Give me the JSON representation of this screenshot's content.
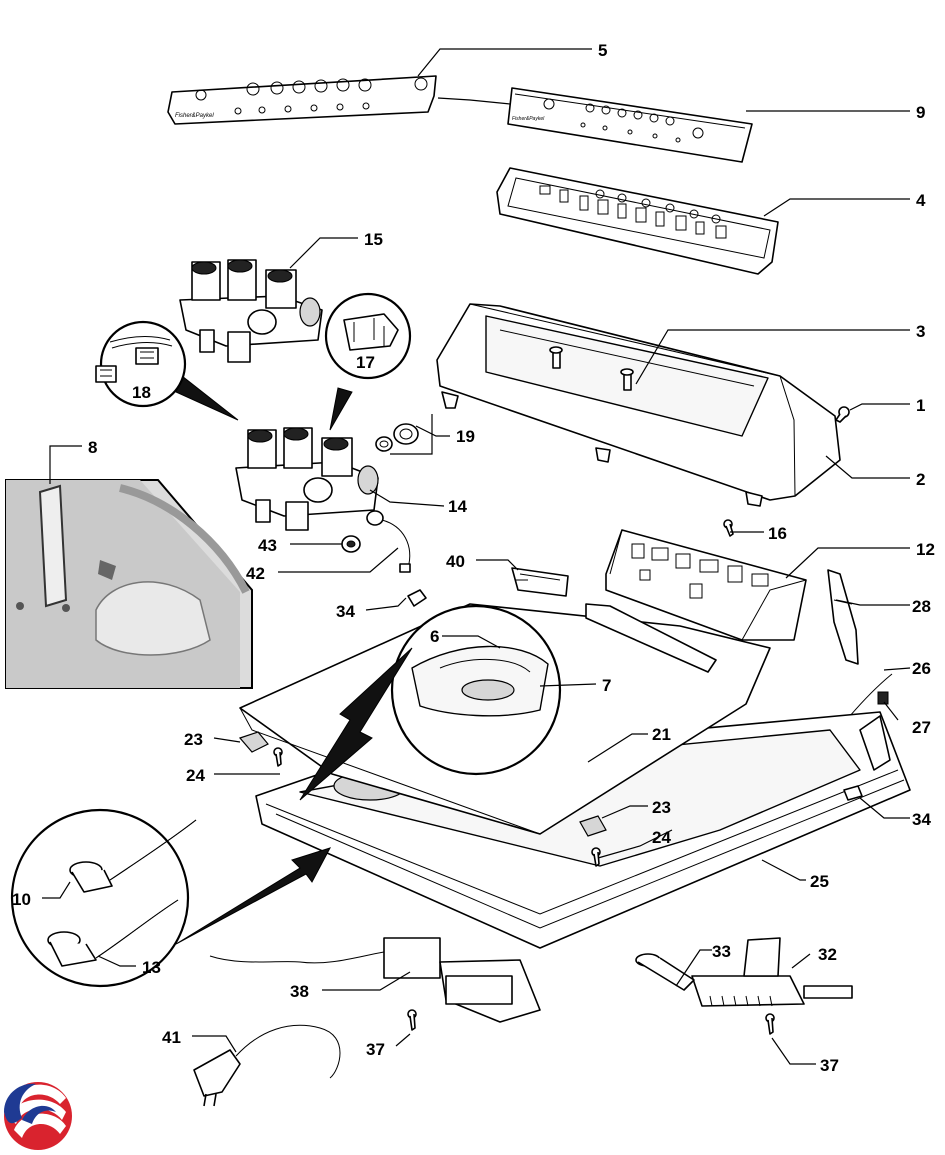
{
  "diagram": {
    "callouts": [
      {
        "id": "c5",
        "text": "5"
      },
      {
        "id": "c9",
        "text": "9"
      },
      {
        "id": "c4",
        "text": "4"
      },
      {
        "id": "c15",
        "text": "15"
      },
      {
        "id": "c3",
        "text": "3"
      },
      {
        "id": "c17",
        "text": "17"
      },
      {
        "id": "c18",
        "text": "18"
      },
      {
        "id": "c1",
        "text": "1"
      },
      {
        "id": "c19",
        "text": "19"
      },
      {
        "id": "c8",
        "text": "8"
      },
      {
        "id": "c2",
        "text": "2"
      },
      {
        "id": "c14",
        "text": "14"
      },
      {
        "id": "c16",
        "text": "16"
      },
      {
        "id": "c43",
        "text": "43"
      },
      {
        "id": "c12",
        "text": "12"
      },
      {
        "id": "c42",
        "text": "42"
      },
      {
        "id": "c40",
        "text": "40"
      },
      {
        "id": "c28",
        "text": "28"
      },
      {
        "id": "c34a",
        "text": "34"
      },
      {
        "id": "c6",
        "text": "6"
      },
      {
        "id": "c26",
        "text": "26"
      },
      {
        "id": "c7",
        "text": "7"
      },
      {
        "id": "c27",
        "text": "27"
      },
      {
        "id": "c23a",
        "text": "23"
      },
      {
        "id": "c21",
        "text": "21"
      },
      {
        "id": "c24a",
        "text": "24"
      },
      {
        "id": "c23b",
        "text": "23"
      },
      {
        "id": "c34b",
        "text": "34"
      },
      {
        "id": "c24b",
        "text": "24"
      },
      {
        "id": "c25",
        "text": "25"
      },
      {
        "id": "c10",
        "text": "10"
      },
      {
        "id": "c33",
        "text": "33"
      },
      {
        "id": "c32",
        "text": "32"
      },
      {
        "id": "c13",
        "text": "13"
      },
      {
        "id": "c38",
        "text": "38"
      },
      {
        "id": "c41",
        "text": "41"
      },
      {
        "id": "c37a",
        "text": "37"
      },
      {
        "id": "c37b",
        "text": "37"
      }
    ],
    "panel_text": {
      "brand": "Fisher&Paykel",
      "small_brand": "Fisher&Paykel"
    },
    "colors": {
      "line": "#000000",
      "fill": "#ffffff",
      "logo_red": "#d9232e",
      "logo_blue": "#1f3a93"
    },
    "icons": [
      "exploded-parts-diagram",
      "brand-logo-icon"
    ]
  }
}
